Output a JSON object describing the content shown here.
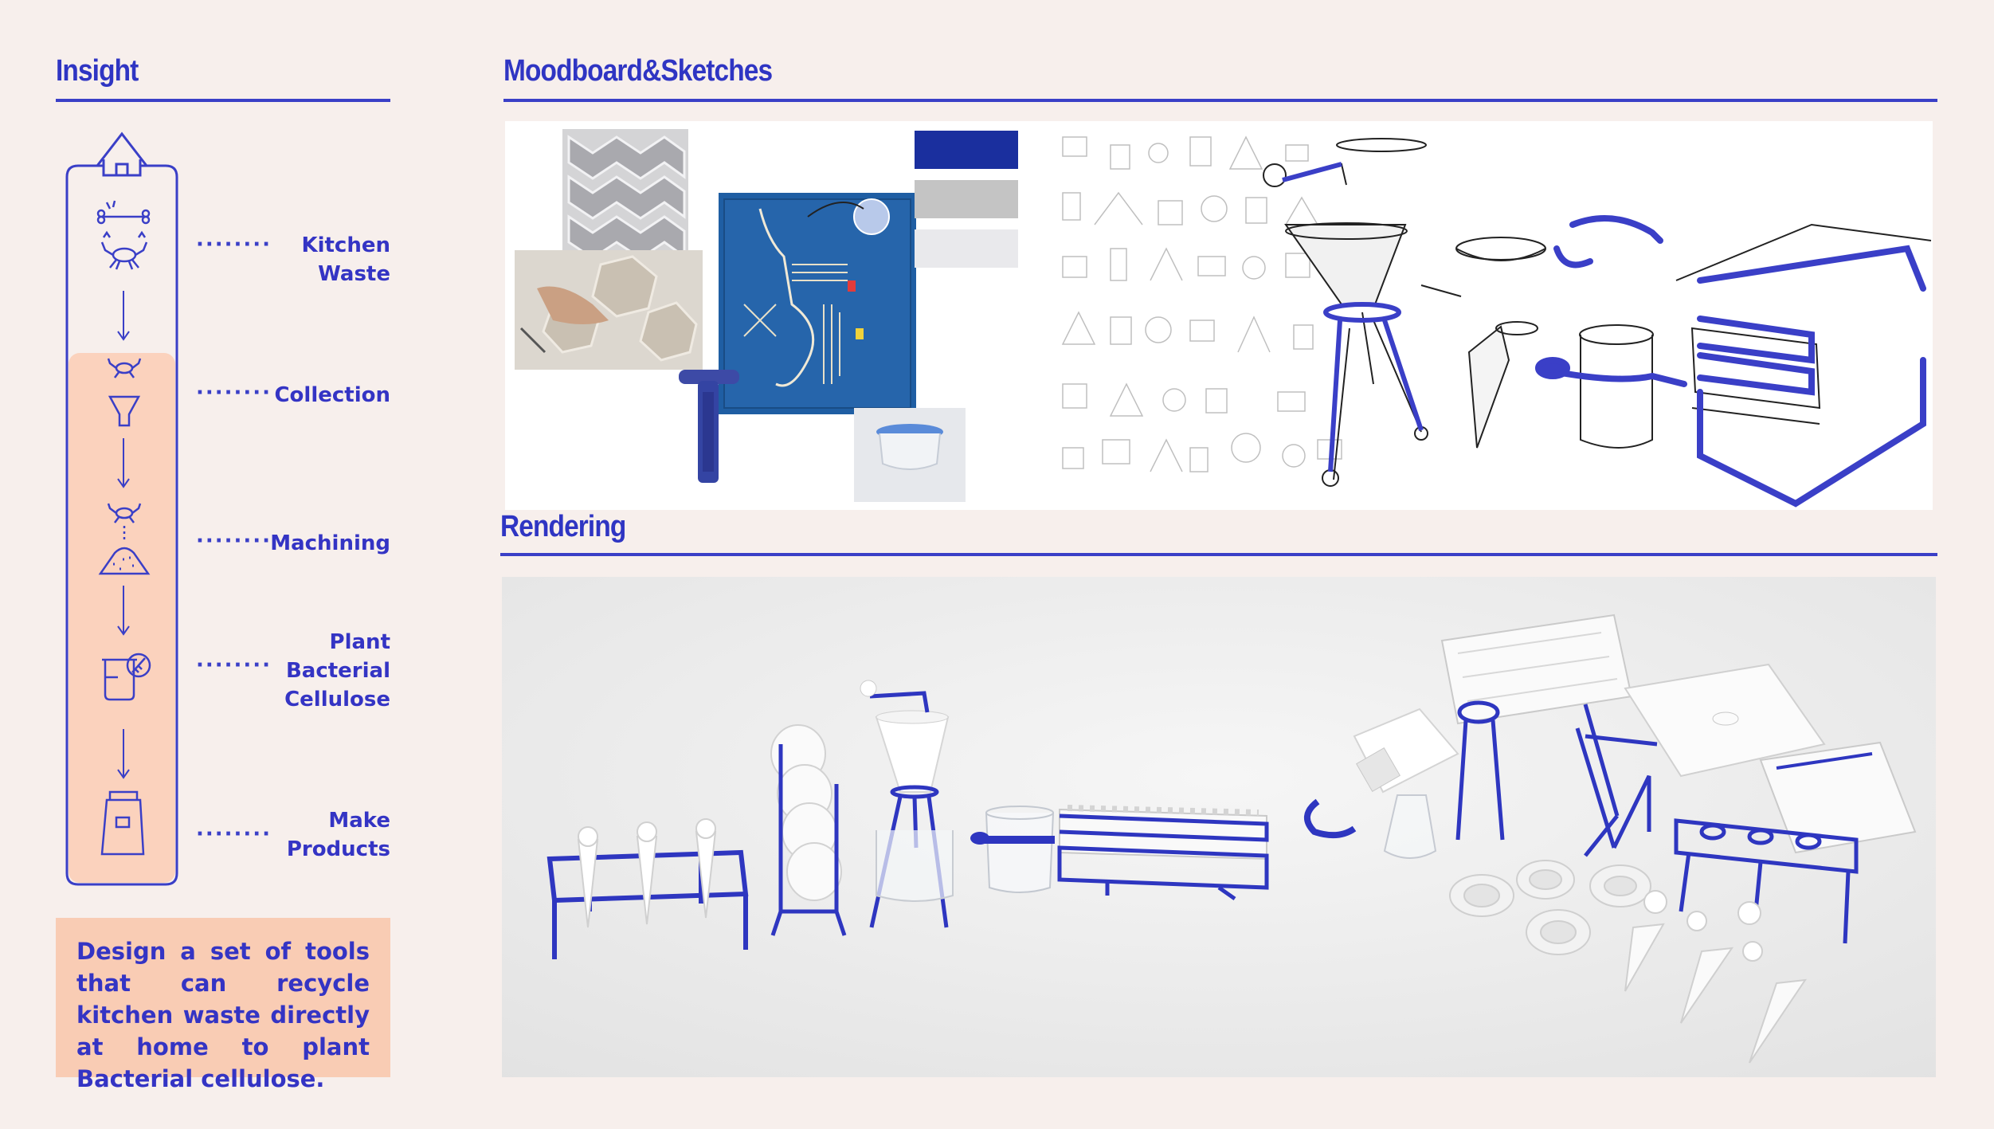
{
  "insight": {
    "heading": "Insight",
    "steps": [
      {
        "label_lines": [
          "Kitchen",
          "Waste"
        ],
        "icon": "bone-crab-icon"
      },
      {
        "label_lines": [
          "Collection"
        ],
        "icon": "funnel-icon"
      },
      {
        "label_lines": [
          "Machining"
        ],
        "icon": "powder-pile-icon"
      },
      {
        "label_lines": [
          "Plant",
          "Bacterial",
          "Cellulose"
        ],
        "icon": "beaker-icon"
      },
      {
        "label_lines": [
          "Make",
          "Products"
        ],
        "icon": "bag-icon"
      }
    ],
    "summary": "Design a set of tools that can recycle kitchen waste directly at home to plant Bacterial cellulose."
  },
  "moodboard": {
    "heading": "Moodboard&Sketches",
    "swatches": [
      "#1a2f9e",
      "#c4c4c4",
      "#e9e9ec"
    ]
  },
  "rendering": {
    "heading": "Rendering"
  },
  "colors": {
    "accent": "#3a3fc7",
    "background": "#f7efec",
    "highlight": "#f9ccb4",
    "flow_box": "#fbd2bd"
  }
}
